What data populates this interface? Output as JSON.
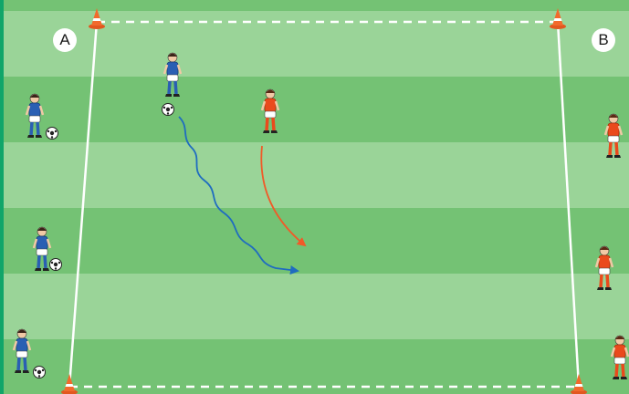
{
  "diagram": {
    "labels": {
      "side_a": "A",
      "side_b": "B"
    },
    "colors": {
      "grass_dark": "#74c274",
      "grass_light": "#9ad498",
      "line": "#ffffff",
      "cone": "#f2622a",
      "team_blue": "#2a5fb3",
      "team_orange": "#ea4a1c",
      "dribble_arrow": "#1f6cc0",
      "run_arrow": "#f05a28",
      "frame": "#11a569"
    },
    "players": [
      {
        "team": "blue",
        "queue": "A",
        "with_ball": true
      },
      {
        "team": "blue",
        "queue": "A",
        "with_ball": true
      },
      {
        "team": "blue",
        "queue": "A",
        "with_ball": true
      },
      {
        "team": "blue",
        "role": "attacker",
        "with_ball": true
      },
      {
        "team": "orange",
        "role": "defender",
        "with_ball": false
      },
      {
        "team": "orange",
        "queue": "B",
        "with_ball": false
      },
      {
        "team": "orange",
        "queue": "B",
        "with_ball": false
      },
      {
        "team": "orange",
        "queue": "B",
        "with_ball": false
      }
    ],
    "cones": 4,
    "arrows": [
      {
        "type": "dribble",
        "color_key": "dribble_arrow"
      },
      {
        "type": "run",
        "color_key": "run_arrow"
      }
    ]
  }
}
